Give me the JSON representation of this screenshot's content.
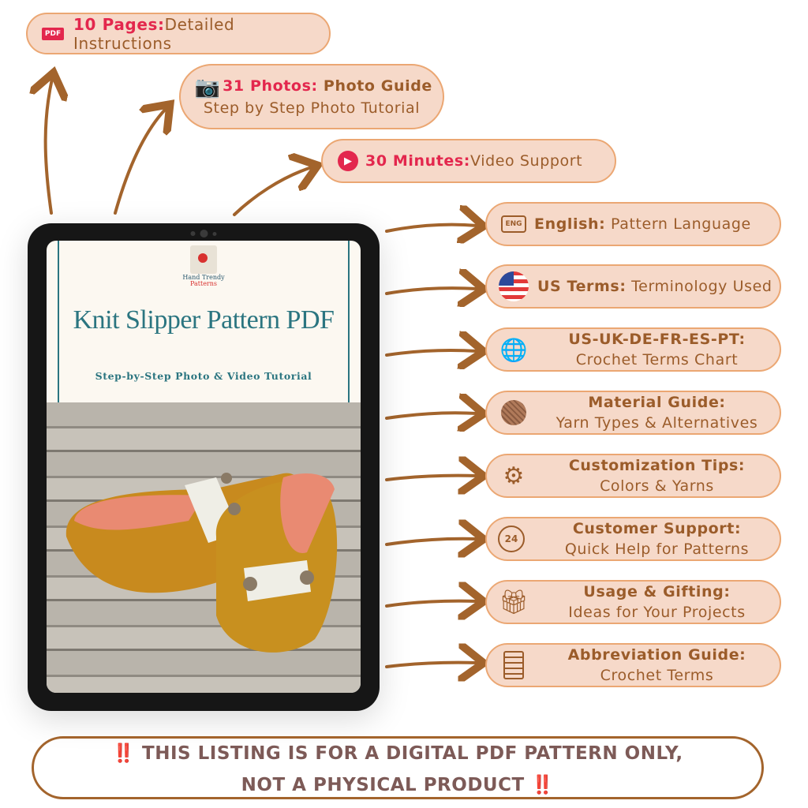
{
  "top_features": [
    {
      "icon": "pdf-icon",
      "highlight": "10 Pages:",
      "text": "Detailed Instructions"
    },
    {
      "icon": "camera-icon",
      "highlight": "31 Photos:",
      "highlight2": "Photo Guide",
      "text": "Step by Step Photo Tutorial"
    },
    {
      "icon": "play-icon",
      "highlight": "30 Minutes:",
      "text": "Video Support"
    }
  ],
  "right_features": [
    {
      "icon": "language-bubble-icon",
      "icon_text": "ENG",
      "label": "English:",
      "text": "Pattern Language"
    },
    {
      "icon": "us-flag-icon",
      "label": "US Terms:",
      "text": "Terminology Used"
    },
    {
      "icon": "globe-languages-icon",
      "label": "US-UK-DE-FR-ES-PT:",
      "text": "Crochet Terms Chart"
    },
    {
      "icon": "yarn-ball-icon",
      "label": "Material Guide:",
      "text": "Yarn Types & Alternatives"
    },
    {
      "icon": "gear-lightbulb-icon",
      "label": "Customization Tips:",
      "text": "Colors & Yarns"
    },
    {
      "icon": "support-24-icon",
      "label": "Customer Support:",
      "text": "Quick Help for Patterns"
    },
    {
      "icon": "gift-icon",
      "label": "Usage & Gifting:",
      "text": "Ideas for Your Projects"
    },
    {
      "icon": "clipboard-list-icon",
      "label": "Abbreviation Guide:",
      "text": "Crochet Terms"
    }
  ],
  "tablet": {
    "brand_line1": "Hand Trendy",
    "brand_line2": "Patterns",
    "title": "Knit Slipper Pattern PDF",
    "subtitle": "Step-by-Step Photo & Video Tutorial"
  },
  "banner": {
    "line1": "‼️ THIS LISTING IS FOR A DIGITAL PDF PATTERN ONLY,",
    "line2": "NOT A PHYSICAL PRODUCT ‼️"
  },
  "colors": {
    "pill_bg": "#f6d9c9",
    "pill_border": "#eba773",
    "text_brown": "#9b5c2a",
    "accent_red": "#e3274d",
    "teal": "#2b7580"
  }
}
